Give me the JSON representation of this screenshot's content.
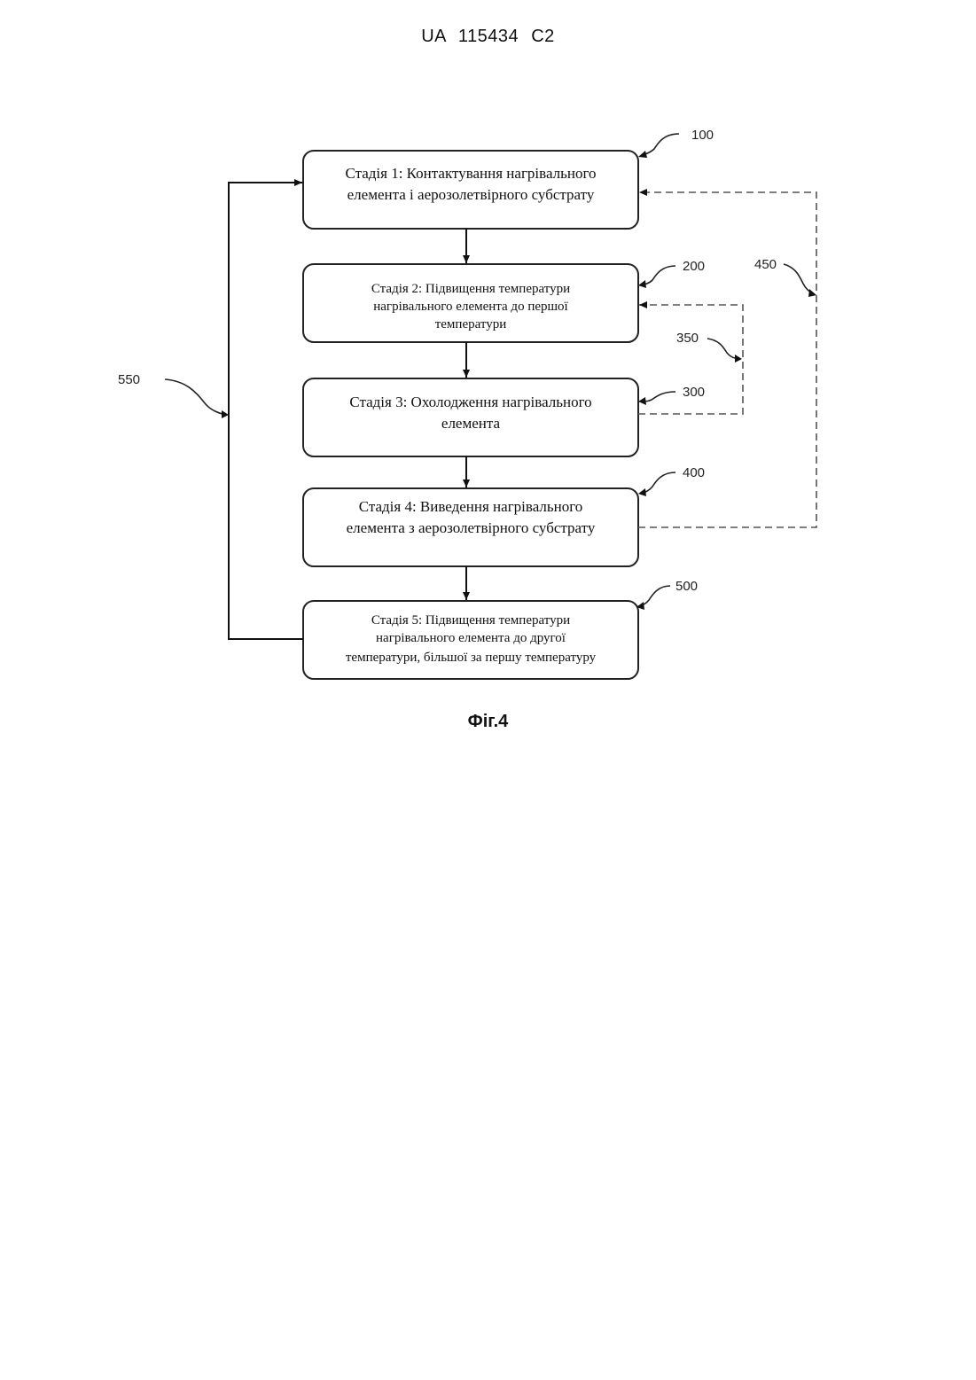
{
  "header": {
    "patent_number": "UA   115434   C2"
  },
  "figure": {
    "caption": "Фіг.4",
    "stages": [
      {
        "ref": "100",
        "lines": [
          "Стадія 1: Контактування нагрівального",
          "елемента і аерозолетвірного субстрату"
        ]
      },
      {
        "ref": "200",
        "lines": [
          "Стадія 2: Підвищення температури",
          "нагрівального елемента до першої",
          "температури"
        ]
      },
      {
        "ref": "300",
        "lines": [
          "Стадія 3: Охолодження нагрівального",
          "елемента"
        ]
      },
      {
        "ref": "400",
        "lines": [
          "Стадія 4: Виведення нагрівального",
          "елемента з аерозолетвірного субстрату"
        ]
      },
      {
        "ref": "500",
        "lines": [
          "Стадія 5: Підвищення температури",
          "нагрівального елемента до другої",
          "температури, більшої за першу температуру"
        ]
      }
    ],
    "loop_refs": {
      "loop_300_to_200": "350",
      "loop_400_to_100": "450",
      "loop_500_to_100": "550"
    }
  }
}
